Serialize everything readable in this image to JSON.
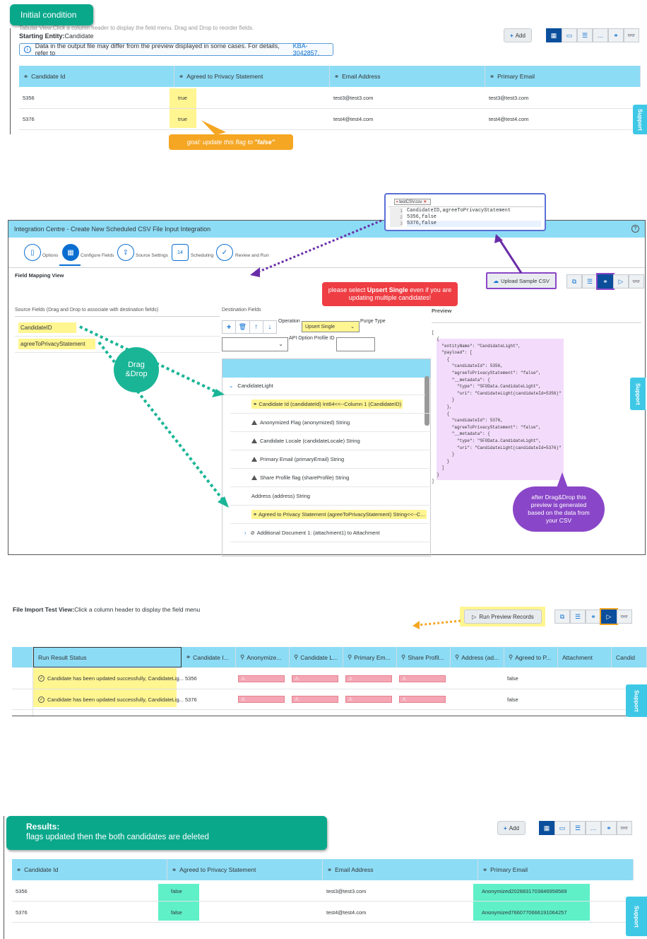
{
  "panel1": {
    "banner": "Initial condition",
    "hint_cut": "Tabular View:Click a column header to display the field menu. Drag and Drop to reorder fields.",
    "starting_entity_label": "Starting Entity:",
    "starting_entity_value": "Candidate",
    "info_text": "Data in the output file may differ from the preview displayed in some cases. For details, refer to ",
    "info_link": "KBA-3042857.",
    "add_label": "Add",
    "columns": [
      "Candidate Id",
      "Agreed to Privacy Statement",
      "Email Address",
      "Primary Email"
    ],
    "rows": [
      [
        "5356",
        "true",
        "test3@test3.com",
        "test3@test3.com"
      ],
      [
        "5376",
        "true",
        "test4@test4.com",
        "test4@test4.com"
      ]
    ],
    "goal_prefix": "goal: update this flag to ",
    "goal_value": "\"false\"",
    "support": "Support"
  },
  "csv_window": {
    "tab": "testCSV.csv",
    "lines": [
      "CandidateID,agreeToPrivacyStatement",
      "5356,false",
      "5376,false"
    ],
    "line_numbers": [
      "1",
      "2",
      "3"
    ]
  },
  "panel2": {
    "title": "Integration Centre - Create New Scheduled CSV File Input Integration",
    "steps": [
      "Options",
      "Configure Fields",
      "Source Settings",
      "Scheduling",
      "Review and Run"
    ],
    "step_14": "14",
    "field_mapping_view": "Field Mapping View",
    "upload_label": "Upload Sample CSV",
    "upsert_prefix": "please select ",
    "upsert_bold": "Upsert Single",
    "upsert_suffix": " even if you are updating multiple candidates!",
    "source_fields_header": "Source Fields (Drag and Drop to associate with destination fields)",
    "source_fields": [
      "CandidateID",
      "agreeToPrivacyStatement"
    ],
    "destination_header": "Destination Fields",
    "operation_label": "Operation",
    "operation_value": "Upsert Single",
    "purge_label": "Purge Type",
    "api_label": "API Option Profile ID",
    "preview_header": "Preview",
    "drag_drop": "Drag &Drop",
    "tree_root": "CandidateLight",
    "tree_items": [
      "Candidate Id (candidateId) Int64<<--Column 1 (CandidateID)",
      "Anonymized Flag (anonymized) String",
      "Candidate Locale (candidateLocale) String",
      "Primary Email (primaryEmail) String",
      "Share Profile flag (shareProfile) String",
      "Address (address) String",
      "Agreed to Privacy Statement (agreeToPrivacyStatement) String<<--C...",
      "Additional Document 1: (attachment1) to Attachment"
    ],
    "preview_lines": [
      "[",
      "  {",
      "    \"entityName\": \"CandidateLight\",",
      "    \"payload\": [",
      "      {",
      "        \"candidateId\": 5356,",
      "        \"agreeToPrivacyStatement\": \"false\",",
      "        \"__metadata\": {",
      "          \"type\": \"SFOData.CandidateLight\",",
      "          \"uri\": \"CandidateLight(candidateId=5356)\"",
      "        }",
      "      },",
      "      {",
      "        \"candidateId\": 5376,",
      "        \"agreeToPrivacyStatement\": \"false\",",
      "        \"__metadata\": {",
      "          \"type\": \"SFOData.CandidateLight\",",
      "          \"uri\": \"CandidateLight(candidateId=5376)\"",
      "        }",
      "      }",
      "    ]",
      "  }",
      "]"
    ],
    "after_note": "after Drag&Drop this preview is generated based on the data from your CSV",
    "support": "Support"
  },
  "panel3": {
    "title_bold": "File Import Test View:",
    "title_rest": "Click a column header to display the field menu",
    "run_preview": "Run Preview Records",
    "columns": [
      "Run Result Status",
      "Candidate I...",
      "Anonymize...",
      "Candidate L...",
      "Primary Em...",
      "Share Profil...",
      "Address (ad...",
      "Agreed to P...",
      "Attachment",
      "Candid"
    ],
    "rows": [
      {
        "status": "Candidate has been updated successfully, CandidateLig...",
        "id": "5356",
        "agreed": "false"
      },
      {
        "status": "Candidate has been updated successfully, CandidateLig...",
        "id": "5376",
        "agreed": "false"
      }
    ],
    "support": "Support"
  },
  "panel4": {
    "banner_title": "Results:",
    "banner_sub": "flags updated then the both candidates are deleted",
    "add_label": "Add",
    "columns": [
      "Candidate Id",
      "Agreed to Privacy Statement",
      "Email Address",
      "Primary Email"
    ],
    "rows": [
      [
        "5356",
        "false",
        "test3@test3.com",
        "Anonymized2028831703846958589"
      ],
      [
        "5376",
        "false",
        "test4@test4.com",
        "Anonymized7660770666191064257"
      ]
    ],
    "support": "Support"
  },
  "colors": {
    "header_blue": "#8ddcf5",
    "banner_green": "#0aa88b",
    "highlight_yellow": "#fff591",
    "highlight_green": "#5ff0c8",
    "accent_blue": "#0a4e9c",
    "purple": "#8a46c8",
    "red": "#ee3d43",
    "orange": "#f5a623"
  },
  "icons": [
    "info-icon",
    "add-icon",
    "grid-icon",
    "list-icon",
    "filter-icon",
    "glasses-icon",
    "play-icon",
    "upload-icon",
    "help-icon",
    "check-circle-icon",
    "warning-icon",
    "link-off-icon"
  ]
}
